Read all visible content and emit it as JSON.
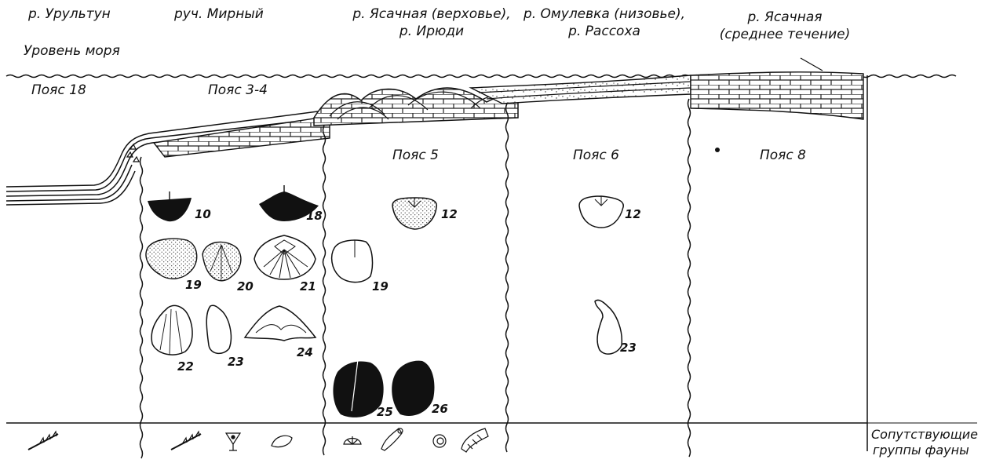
{
  "locations": {
    "urultun": "р. Урультун",
    "mirny": "руч. Мирный",
    "yasachnaya_upper_1": "р. Ясачная (верховье),",
    "yasachnaya_upper_2": "р. Ирюди",
    "omulevka_1": "р. Омулевка (низовье),",
    "omulevka_2": "р. Рассоха",
    "yasachnaya_mid_1": "р. Ясачная",
    "yasachnaya_mid_2": "(среднее течение)"
  },
  "sea_level": "Уровень моря",
  "belts": {
    "b18": "Пояс 18",
    "b34": "Пояс 3-4",
    "b5": "Пояс 5",
    "b6": "Пояс 6",
    "b8": "Пояс 8"
  },
  "fossil_numbers": {
    "n10": "10",
    "n18": "18",
    "n12a": "12",
    "n12b": "12",
    "n19a": "19",
    "n20": "20",
    "n21": "21",
    "n19b": "19",
    "n22": "22",
    "n23a": "23",
    "n24": "24",
    "n23b": "23",
    "n25": "25",
    "n26": "26"
  },
  "fauna_label_1": "Сопутствующие",
  "fauna_label_2": "группы фауны"
}
